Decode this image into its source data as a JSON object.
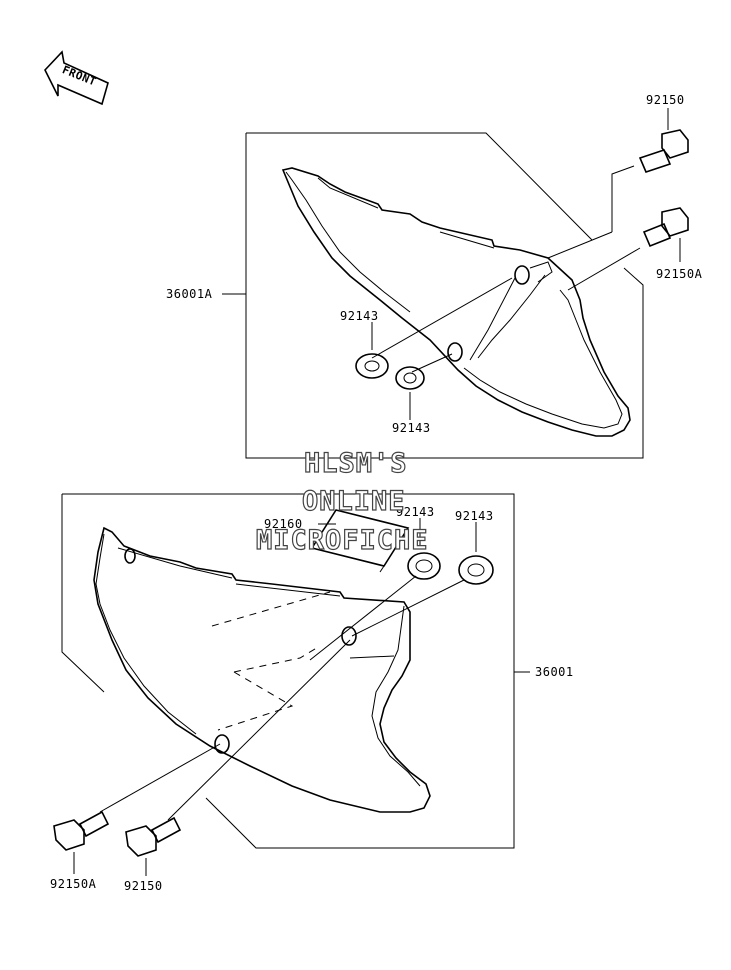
{
  "front_arrow": {
    "label": "FRONT"
  },
  "parts": {
    "p92150_top": "92150",
    "p92150A_top": "92150A",
    "p36001A": "36001A",
    "p92143_upper_top": "92143",
    "p92143_upper_bottom": "92143",
    "p92160": "92160",
    "p92143_lower_left": "92143",
    "p92143_lower_right": "92143",
    "p36001": "36001",
    "p92150A_bottom": "92150A",
    "p92150_bottom": "92150"
  },
  "watermark": {
    "line1": "HLSM'S",
    "line2": "ONLINE",
    "line3": "MICROFICHE"
  }
}
